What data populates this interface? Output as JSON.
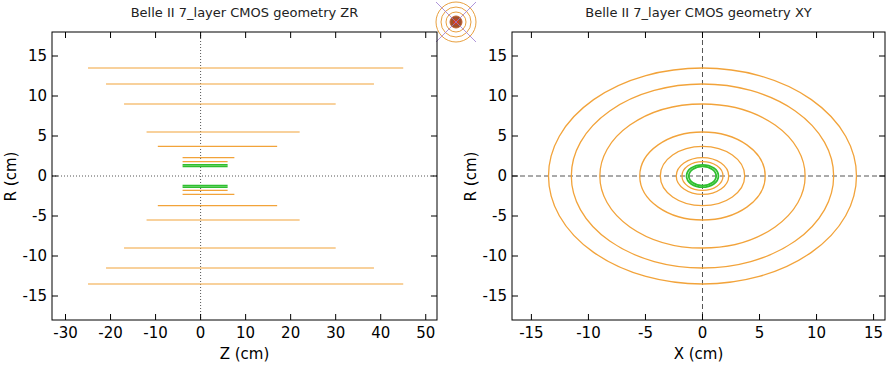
{
  "diagram": {
    "labels": [
      "Belle II 7_layer CMOS geometry ZR",
      "15",
      "10",
      "5",
      "0",
      "-5",
      "-10",
      "-15",
      "-30",
      "-20",
      "-10",
      "0",
      "10",
      "20",
      "30",
      "40",
      "50",
      "R (cm)",
      "Z (cm)",
      "Belle II 7_layer CMOS geometry XY",
      "15",
      "10",
      "5",
      "0",
      "-5",
      "-10",
      "-15",
      "-15",
      "-10",
      "-5",
      "0",
      "5",
      "10",
      "15",
      "R (cm)",
      "X (cm)"
    ]
  }
}
